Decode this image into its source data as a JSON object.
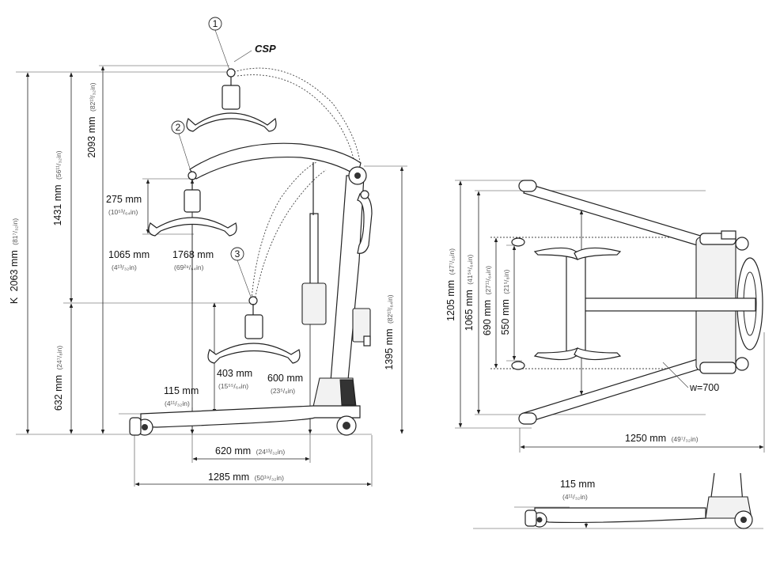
{
  "callouts": {
    "c1": "1",
    "c2": "2",
    "c3": "3",
    "csp": "CSP"
  },
  "side_view": {
    "d2063": {
      "main": "2063 mm",
      "sub": "(81⁷/₃₂in)",
      "mark": "K"
    },
    "d1431": {
      "main": "1431 mm",
      "sub": "(56¹¹/₃₂in)"
    },
    "d2093": {
      "main": "2093 mm",
      "sub": "(82¹³/₃₂in)"
    },
    "d632": {
      "main": "632 mm",
      "sub": "(24⁷/₈in)"
    },
    "d1395": {
      "main": "1395 mm",
      "sub": "(82¹³/₆₄in)"
    },
    "d275": {
      "main": "275 mm",
      "sub": "(10⁵³/₆₄in)"
    },
    "d1065": {
      "main": "1065 mm",
      "sub": "(4¹³/₃₂in)"
    },
    "d1768": {
      "main": "1768 mm",
      "sub": "(69²⁹/₆₄in)"
    },
    "d403": {
      "main": "403 mm",
      "sub": "(15⁵⁵/₆₄in)"
    },
    "d600": {
      "main": "600 mm",
      "sub": "(23⁵/₈in)"
    },
    "d115": {
      "main": "115 mm",
      "sub": "(4¹¹/₃₂in)"
    },
    "d620": {
      "main": "620 mm",
      "sub": "(24¹³/₃₂in)"
    },
    "d1285": {
      "main": "1285 mm",
      "sub": "(50¹⁹/₃₂in)"
    }
  },
  "top_view": {
    "d1205": {
      "main": "1205 mm",
      "sub": "(47⁷/₁₆in)"
    },
    "d1065": {
      "main": "1065 mm",
      "sub": "(41⁵⁹/₆₄in)"
    },
    "d690": {
      "main": "690 mm",
      "sub": "(27¹¹/₆₄in)"
    },
    "d550": {
      "main": "550 mm",
      "sub": "(21⁵/₈in)"
    },
    "w700": "w=700",
    "d1250": {
      "main": "1250 mm",
      "sub": "(49⁷/₃₂in)"
    }
  },
  "base_view": {
    "d115": {
      "main": "115 mm",
      "sub": "(4¹¹/₃₂in)"
    }
  }
}
